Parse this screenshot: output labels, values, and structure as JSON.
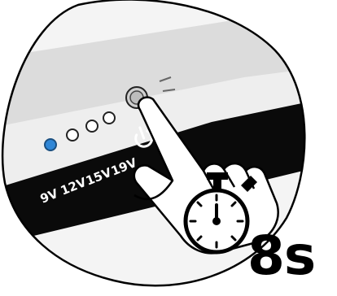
{
  "voltage_labels": [
    "9V",
    "12V",
    "15V",
    "19V"
  ],
  "duration_label": "8s",
  "icons": {
    "power": "power-icon",
    "hand": "pointing-hand-icon",
    "timer": "stopwatch-icon",
    "led": "led-indicator-icon"
  },
  "colors": {
    "led_active": "#2f86d6",
    "panel_strip": "#0a0a0a",
    "device_body": "#e6e6e6",
    "outline": "#000000"
  },
  "leds": [
    {
      "label": "9V",
      "active": true
    },
    {
      "label": "12V",
      "active": false
    },
    {
      "label": "15V",
      "active": false
    },
    {
      "label": "19V",
      "active": false
    }
  ]
}
